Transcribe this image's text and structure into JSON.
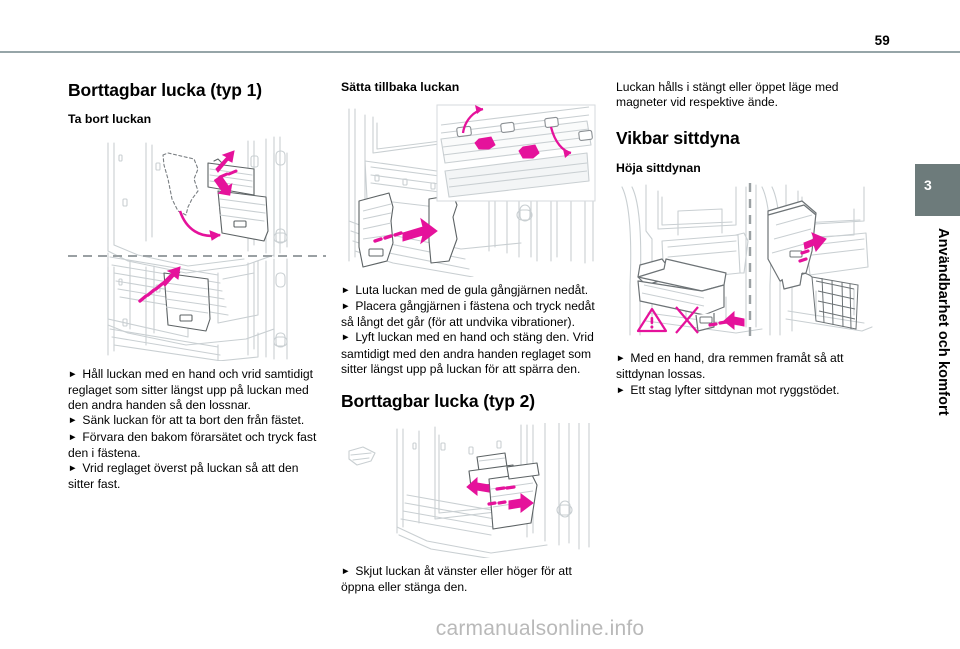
{
  "header": {
    "page_number": "59"
  },
  "chapter_tab": {
    "number": "3",
    "title": "Användbarhet och komfort",
    "bg_color": "#6d7b7b"
  },
  "watermark": {
    "text": "carmanualsonline.info"
  },
  "columns": {
    "left": {
      "section_title": "Borttagbar lucka (typ 1)",
      "subsection_title": "Ta bort luckan",
      "bullets": [
        "Håll luckan med en hand och vrid samtidigt reglaget som sitter längst upp på luckan med den andra handen så den lossnar.",
        "Sänk luckan för att ta bort den från fästet.",
        "Förvara den bakom förarsätet och tryck fast den i fästena.",
        "Vrid reglaget överst på luckan så att den sitter fast."
      ]
    },
    "middle": {
      "subsection_title": "Sätta tillbaka luckan",
      "bullets": [
        "Luta luckan med de gula gångjärnen nedåt.",
        "Placera gångjärnen i fästena och tryck nedåt så långt det går (för att undvika vibrationer).",
        "Lyft luckan med en hand och stäng den. Vrid samtidigt med den andra handen reglaget som sitter längst upp på luckan för att spärra den."
      ],
      "section_title_2": "Borttagbar lucka (typ 2)",
      "bullets_2": [
        "Skjut luckan åt vänster eller höger för att öppna eller stänga den."
      ]
    },
    "right": {
      "intro_text": "Luckan hålls i stängt eller öppet läge med magneter vid respektive ände.",
      "section_title": "Vikbar sittdyna",
      "subsection_title": "Höja sittdynan",
      "bullets": [
        "Med en hand, dra remmen framåt så att sittdynan lossas.",
        "Ett stag lyfter sittdynan mot ryggstödet."
      ]
    }
  },
  "figures": {
    "fig1": {
      "caption": "van-side-panel-removal-two-views",
      "accent_color": "#e5129b"
    },
    "fig2": {
      "caption": "van-panel-refit-with-hinge-detail",
      "accent_color": "#e5129b"
    },
    "fig3": {
      "caption": "van-sliding-panel-type2",
      "accent_color": "#e5129b"
    },
    "fig4": {
      "caption": "folding-seat-cushion-two-views",
      "accent_color": "#e5129b"
    }
  },
  "glyphs": {
    "bullet_triangle": "►"
  }
}
